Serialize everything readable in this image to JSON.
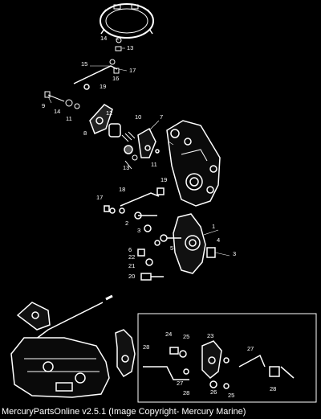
{
  "callouts": [
    "14",
    "13",
    "15",
    "16",
    "17",
    "19",
    "9",
    "14",
    "11",
    "12",
    "10",
    "7",
    "8",
    "13",
    "11",
    "19",
    "18",
    "17",
    "2",
    "3",
    "1",
    "4",
    "5",
    "3",
    "6",
    "22",
    "21",
    "20",
    "24",
    "25",
    "23",
    "28",
    "27",
    "28",
    "26",
    "25",
    "27",
    "28"
  ],
  "footer": "MercuryPartsOnline v2.5.1 (Image Copyright- Mercury Marine)"
}
